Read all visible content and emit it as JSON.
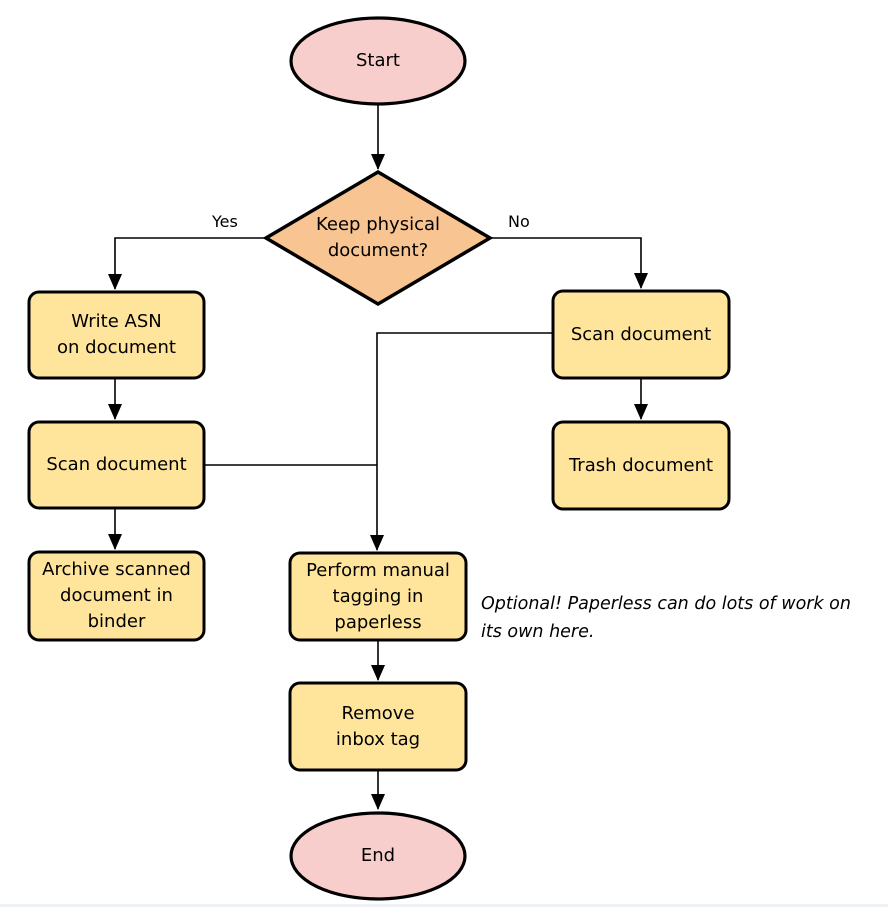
{
  "diagram": {
    "type": "flowchart",
    "nodes": {
      "start": {
        "label": "Start",
        "shape": "ellipse"
      },
      "decision": {
        "lines": [
          "Keep physical",
          "document?"
        ],
        "shape": "diamond"
      },
      "write_asn": {
        "lines": [
          "Write ASN",
          "on document"
        ],
        "shape": "rounded-rect"
      },
      "scan_left": {
        "lines": [
          "Scan document"
        ],
        "shape": "rounded-rect"
      },
      "archive": {
        "lines": [
          "Archive scanned",
          "document in",
          "binder"
        ],
        "shape": "rounded-rect"
      },
      "scan_right": {
        "lines": [
          "Scan document"
        ],
        "shape": "rounded-rect"
      },
      "trash": {
        "lines": [
          "Trash document"
        ],
        "shape": "rounded-rect"
      },
      "perform_tagging": {
        "lines": [
          "Perform manual",
          "tagging in",
          "paperless"
        ],
        "shape": "rounded-rect"
      },
      "remove_inbox": {
        "lines": [
          "Remove",
          "inbox tag"
        ],
        "shape": "rounded-rect"
      },
      "end": {
        "label": "End",
        "shape": "ellipse"
      }
    },
    "edge_labels": {
      "yes": "Yes",
      "no": "No"
    },
    "note": {
      "line1": "Optional! Paperless can do lots of work on",
      "line2": "its own here."
    },
    "colors": {
      "terminal_fill": "#f8cecc",
      "decision_fill": "#f8c491",
      "process_fill": "#ffe49c",
      "shape_border": "#000000",
      "connector": "#000000",
      "text": "#000000",
      "background": "#ffffff",
      "bottom_rule": "#eef2f7"
    }
  }
}
